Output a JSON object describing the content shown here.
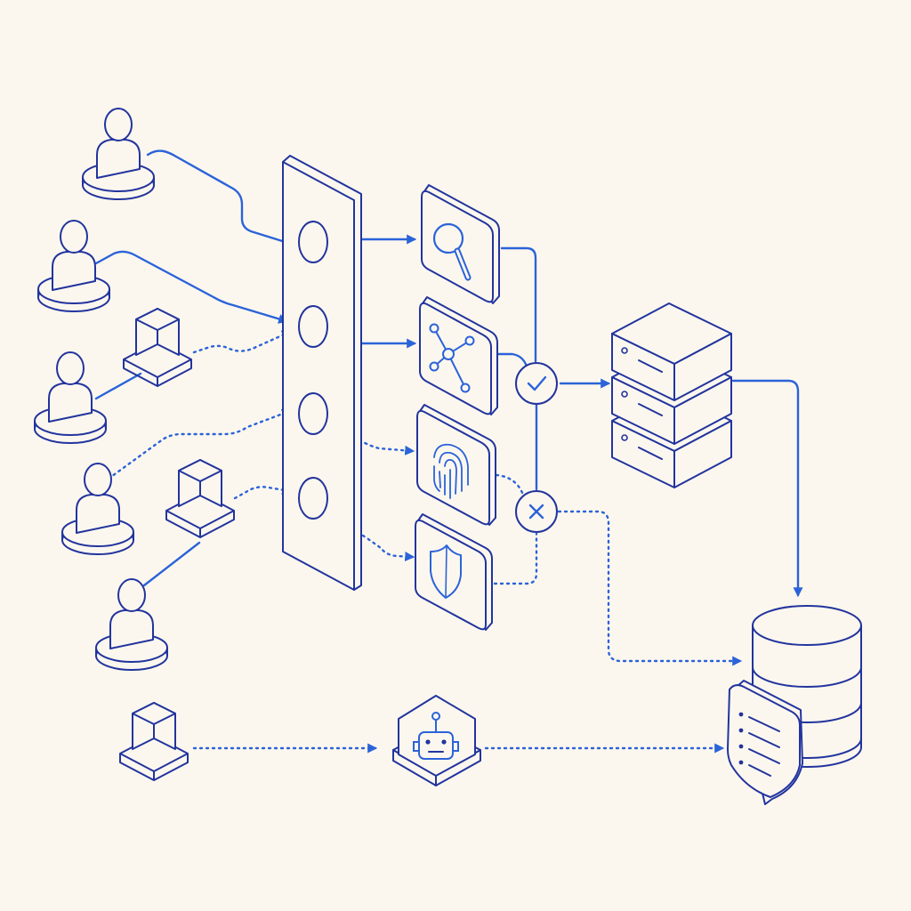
{
  "palette": {
    "background": "#fcf7ee",
    "outline": "#22349e",
    "flow": "#2b63d9",
    "fill": "#fcf7ee"
  },
  "nodes": {
    "users": [
      {
        "id": "user-1",
        "icon": "person-icon"
      },
      {
        "id": "user-2",
        "icon": "person-icon"
      },
      {
        "id": "user-3",
        "icon": "person-icon"
      },
      {
        "id": "user-4",
        "icon": "person-icon"
      },
      {
        "id": "user-5",
        "icon": "person-icon"
      }
    ],
    "devices": [
      {
        "id": "device-1",
        "icon": "cube-icon"
      },
      {
        "id": "device-2",
        "icon": "cube-icon"
      },
      {
        "id": "device-3",
        "icon": "cube-icon"
      }
    ],
    "gateway": {
      "id": "gateway-panel",
      "ports": 4
    },
    "checks": [
      {
        "id": "search-check",
        "icon": "magnifier-icon"
      },
      {
        "id": "network-check",
        "icon": "network-graph-icon"
      },
      {
        "id": "biometric-check",
        "icon": "fingerprint-icon"
      },
      {
        "id": "policy-check",
        "icon": "shield-icon"
      }
    ],
    "decisions": [
      {
        "id": "allow-decision",
        "icon": "checkmark-icon"
      },
      {
        "id": "deny-decision",
        "icon": "x-icon"
      }
    ],
    "server": {
      "id": "server-stack",
      "units": 3
    },
    "database": {
      "id": "database",
      "icon": "database-icon"
    },
    "audit_log": {
      "id": "audit-log",
      "icon": "document-shield-icon"
    },
    "bot": {
      "id": "bot-agent",
      "icon": "robot-icon"
    }
  },
  "flows": [
    {
      "from": "user-1",
      "to": "gateway-port-1",
      "style": "solid"
    },
    {
      "from": "user-2",
      "to": "gateway-port-2",
      "style": "solid"
    },
    {
      "from": "device-1",
      "to": "gateway-port-2",
      "style": "dotted"
    },
    {
      "from": "user-4",
      "to": "gateway-port-3",
      "style": "dotted"
    },
    {
      "from": "device-2",
      "to": "gateway-port-4",
      "style": "dotted"
    },
    {
      "from": "gateway",
      "to": "search-check",
      "style": "solid"
    },
    {
      "from": "gateway",
      "to": "network-check",
      "style": "solid"
    },
    {
      "from": "gateway",
      "to": "biometric-check",
      "style": "dotted"
    },
    {
      "from": "gateway",
      "to": "policy-check",
      "style": "dotted"
    },
    {
      "from": "allow-decision",
      "to": "server-stack",
      "style": "solid"
    },
    {
      "from": "server-stack",
      "to": "database",
      "style": "solid"
    },
    {
      "from": "deny-decision",
      "to": "database",
      "style": "dotted"
    },
    {
      "from": "device-3",
      "to": "bot-agent",
      "style": "dotted"
    },
    {
      "from": "bot-agent",
      "to": "audit-log",
      "style": "dotted"
    }
  ]
}
